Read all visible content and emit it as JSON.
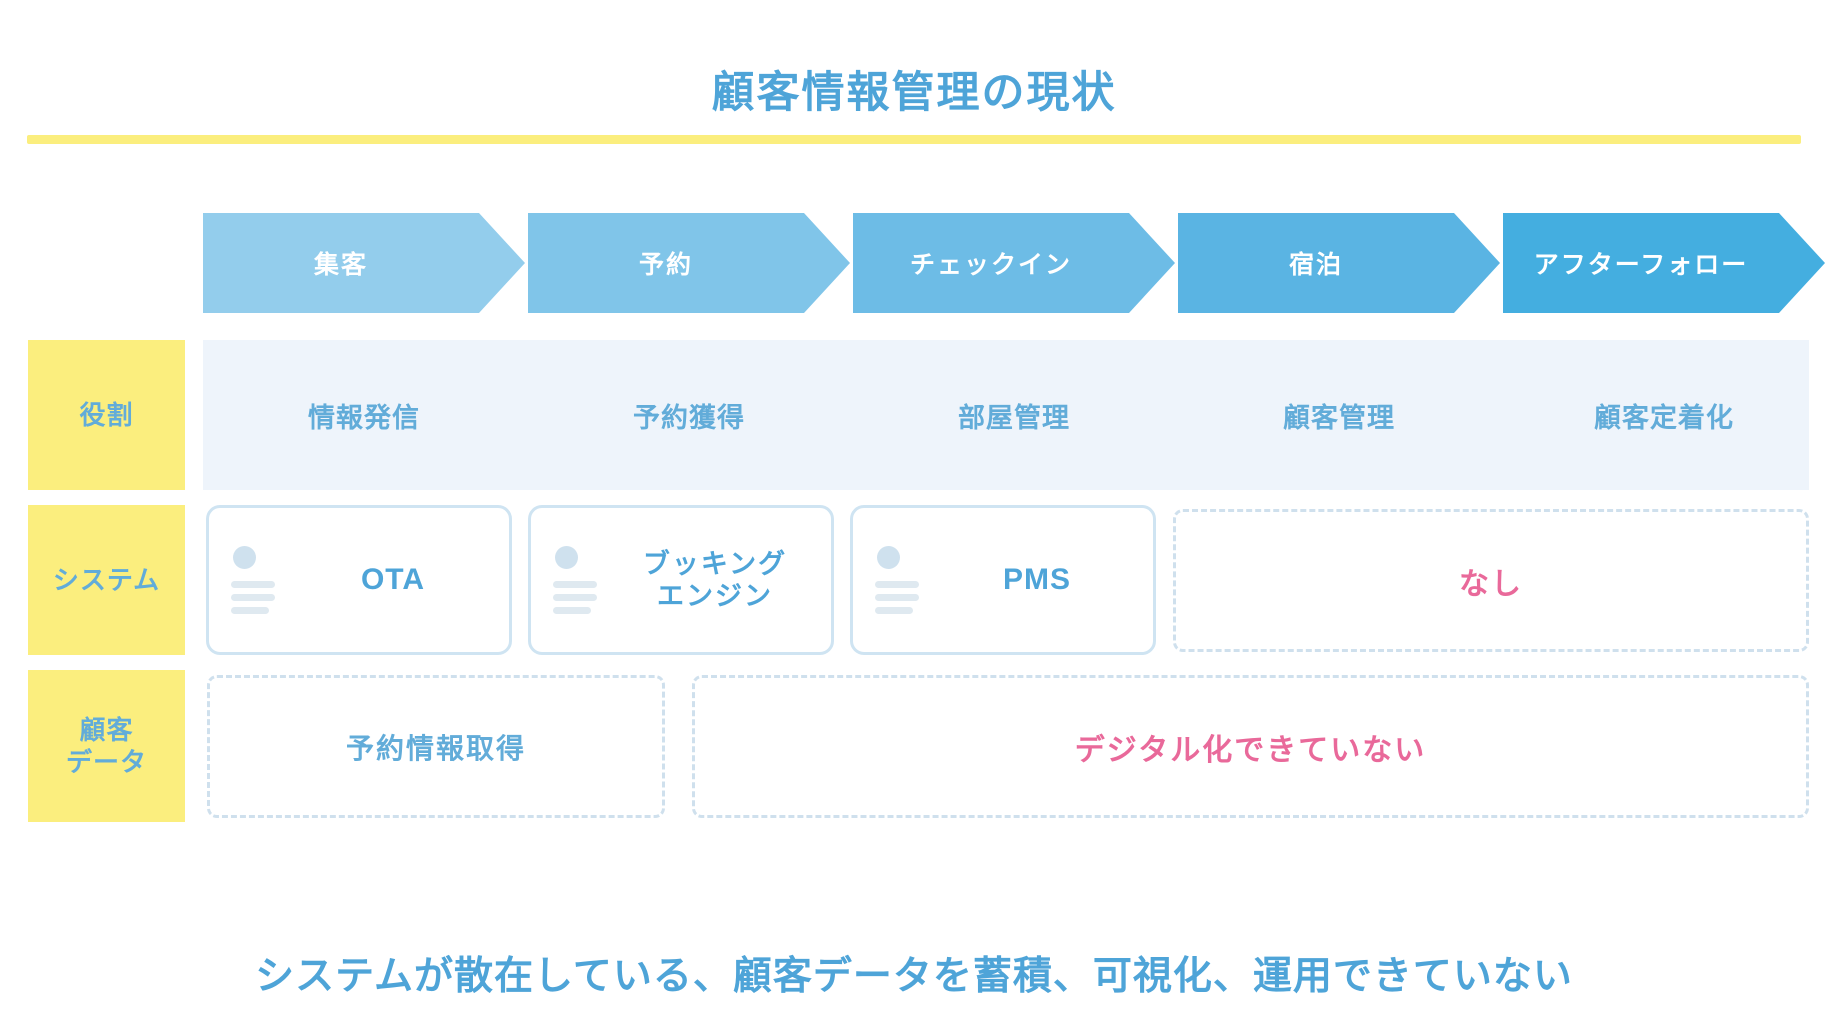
{
  "title": "顧客情報管理の現状",
  "colors": {
    "title_blue": "#4ea4d8",
    "rule_yellow": "#fbee7e",
    "label_yellow": "#fbee7e",
    "role_band": "#eef4fb",
    "pink": "#e9699a",
    "card_border": "#cfe4f2"
  },
  "stages": [
    {
      "label": "集客",
      "color": "#93cdec"
    },
    {
      "label": "予約",
      "color": "#80c5e9"
    },
    {
      "label": "チェックイン",
      "color": "#6dbce6"
    },
    {
      "label": "宿泊",
      "color": "#5ab4e3"
    },
    {
      "label": "アフターフォロー",
      "color": "#44aee0"
    }
  ],
  "rows": {
    "role": {
      "label": "役割",
      "cells": [
        "情報発信",
        "予約獲得",
        "部屋管理",
        "顧客管理",
        "顧客定着化"
      ]
    },
    "system": {
      "label": "システム",
      "cards": [
        {
          "name": "OTA",
          "icon": "contact-card-icon",
          "multiline": false
        },
        {
          "name": "ブッキング\nエンジン",
          "line1": "ブッキング",
          "line2": "エンジン",
          "icon": "contact-card-icon",
          "multiline": true
        },
        {
          "name": "PMS",
          "icon": "contact-card-icon",
          "multiline": false
        }
      ],
      "empty_box": "なし"
    },
    "customer_data": {
      "label": "顧客\nデータ",
      "label_line1": "顧客",
      "label_line2": "データ",
      "boxes": [
        {
          "text": "予約情報取得",
          "tone": "blue"
        },
        {
          "text": "デジタル化できていない",
          "tone": "pink"
        }
      ]
    }
  },
  "caption": "システムが散在している、顧客データを蓄積、可視化、運用できていない"
}
